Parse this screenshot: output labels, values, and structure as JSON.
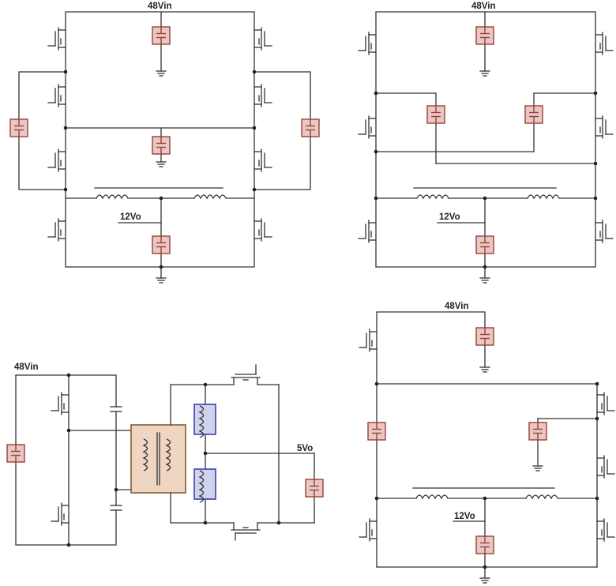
{
  "diagram": {
    "top_left": {
      "vin_label": "48Vin",
      "vout_label": "12Vo"
    },
    "top_right": {
      "vin_label": "48Vin",
      "vout_label": "12Vo"
    },
    "bottom_left": {
      "vin_label": "48Vin",
      "vout_label": "5Vo"
    },
    "bottom_right": {
      "vin_label": "48Vin",
      "vout_label": "12Vo"
    }
  },
  "colors": {
    "wire": "#333333",
    "capacitor_fill": "#e9c8c4",
    "capacitor_border": "#9b3f3a",
    "inductor_fill": "#cfd4ec",
    "inductor_border": "#3d3fa8",
    "transformer_fill": "#efd6c2",
    "transformer_border": "#8a5a2e"
  }
}
